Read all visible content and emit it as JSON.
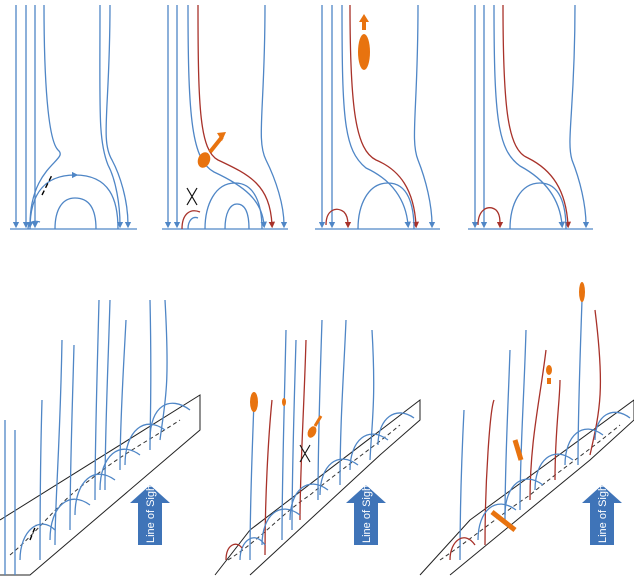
{
  "panels": {
    "top": [
      "panel-a",
      "panel-b",
      "panel-c",
      "panel-d"
    ],
    "bottom": [
      "panel-e",
      "panel-f",
      "panel-g"
    ]
  },
  "los_arrows": [
    {
      "text": "Line of Sight"
    },
    {
      "text": "Line of Sight"
    },
    {
      "text": "Line of Sight"
    }
  ],
  "colors": {
    "field_lines": "#4f86c6",
    "reconnected_lines": "#a8322a",
    "plasmoid": "#e8730f",
    "los_arrow": "#3f74b8"
  }
}
